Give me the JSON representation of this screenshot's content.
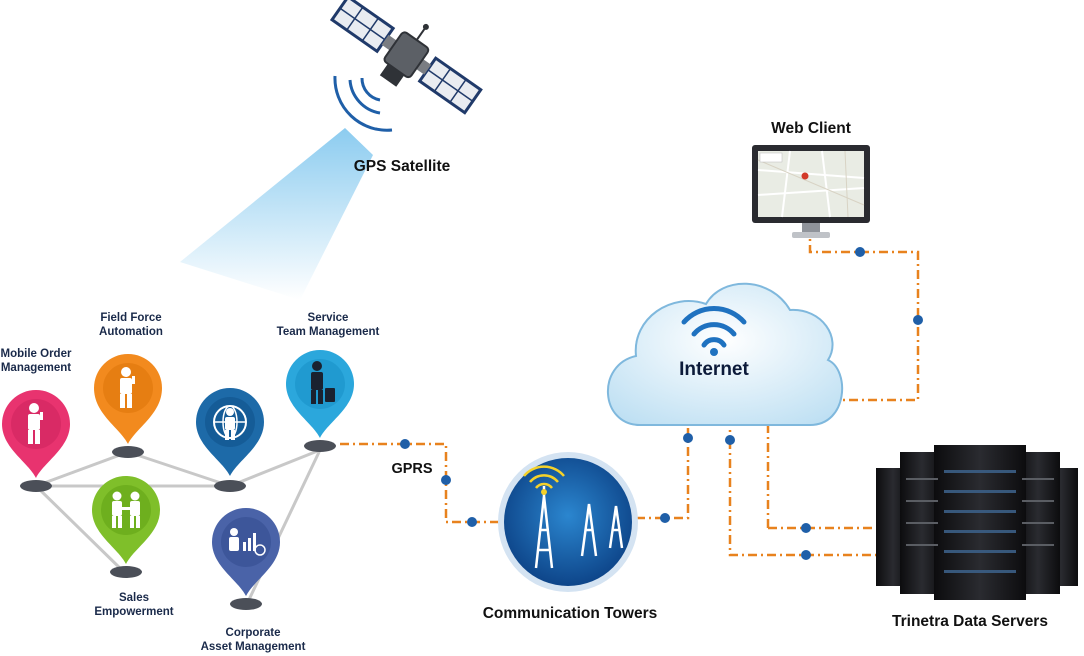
{
  "satellite": {
    "label": "GPS Satellite"
  },
  "web_client": {
    "label": "Web Client"
  },
  "internet": {
    "label": "Internet"
  },
  "gprs": {
    "label": "GPRS"
  },
  "towers": {
    "label": "Communication Towers"
  },
  "servers": {
    "label": "Trinetra Data Servers"
  },
  "pins": {
    "mobile_order": {
      "line1": "Mobile Order",
      "line2": "Management",
      "color": "#e8336f",
      "icon": "person-phone-icon"
    },
    "field_force": {
      "line1": "Field Force",
      "line2": "Automation",
      "color": "#f28a1e",
      "icon": "person-phone-icon"
    },
    "globe_person": {
      "color": "#1d6aa8",
      "icon": "globe-person-icon"
    },
    "service_team": {
      "line1": "Service",
      "line2": "Team Management",
      "color": "#2ba7dc",
      "icon": "person-suitcase-icon"
    },
    "sales": {
      "line1": "Sales",
      "line2": "Empowerment",
      "color": "#7fbf2a",
      "icon": "handshake-icon"
    },
    "corporate": {
      "line1": "Corporate",
      "line2": "Asset Management",
      "color": "#4a63a8",
      "icon": "asset-chart-icon"
    }
  },
  "colors": {
    "connector": "#e8821e",
    "dot": "#1f5fa8",
    "network_line": "#c8c8c8"
  }
}
